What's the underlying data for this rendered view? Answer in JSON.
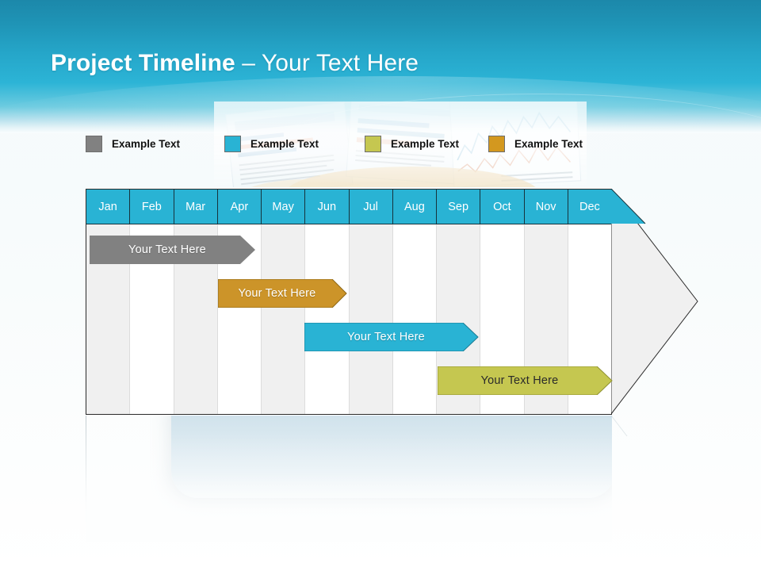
{
  "slide": {
    "title_strong": "Project Timeline",
    "title_light": " – Your Text Here",
    "header_color": "#29b3d4",
    "background_color": "#fdfefe"
  },
  "legend": {
    "items": [
      {
        "label": "Example Text",
        "color": "#818181",
        "swatch_name": "legend-swatch-gray"
      },
      {
        "label": "Example Text",
        "color": "#29b3d4",
        "swatch_name": "legend-swatch-cyan"
      },
      {
        "label": "Example Text",
        "color": "#c5c750",
        "swatch_name": "legend-swatch-yellow"
      },
      {
        "label": "Example Text",
        "color": "#d3981f",
        "swatch_name": "legend-swatch-orange"
      }
    ]
  },
  "chart_data": {
    "type": "bar",
    "title": "Project Timeline – Your Text Here",
    "xlabel": "",
    "ylabel": "",
    "grid": true,
    "legend_position": "top",
    "categories": [
      "Jan",
      "Feb",
      "Mar",
      "Apr",
      "May",
      "Jun",
      "Jul",
      "Aug",
      "Sep",
      "Oct",
      "Nov",
      "Dec"
    ],
    "tasks": [
      {
        "label": "Your  Text Here",
        "color": "#818181",
        "text_color": "#ffffff",
        "start_month": "Jan",
        "end_month": "Apr",
        "start_index": 0.0,
        "end_index": 3.85,
        "row": 1
      },
      {
        "label": "Your  Text Here",
        "color": "#cc9429",
        "text_color": "#ffffff",
        "start_month": "Apr",
        "end_month": "Jun",
        "start_index": 3.0,
        "end_index": 5.95,
        "row": 2
      },
      {
        "label": "Your  Text Here",
        "color": "#29b3d4",
        "text_color": "#ffffff",
        "start_month": "Jun",
        "end_month": "Sep",
        "start_index": 5.0,
        "end_index": 8.95,
        "row": 3
      },
      {
        "label": "Your  Text Here",
        "color": "#c5c750",
        "text_color": "#2a2a2a",
        "start_month": "Sep",
        "end_month": "Dec",
        "start_index": 8.0,
        "end_index": 12.0,
        "row": 4
      }
    ]
  }
}
